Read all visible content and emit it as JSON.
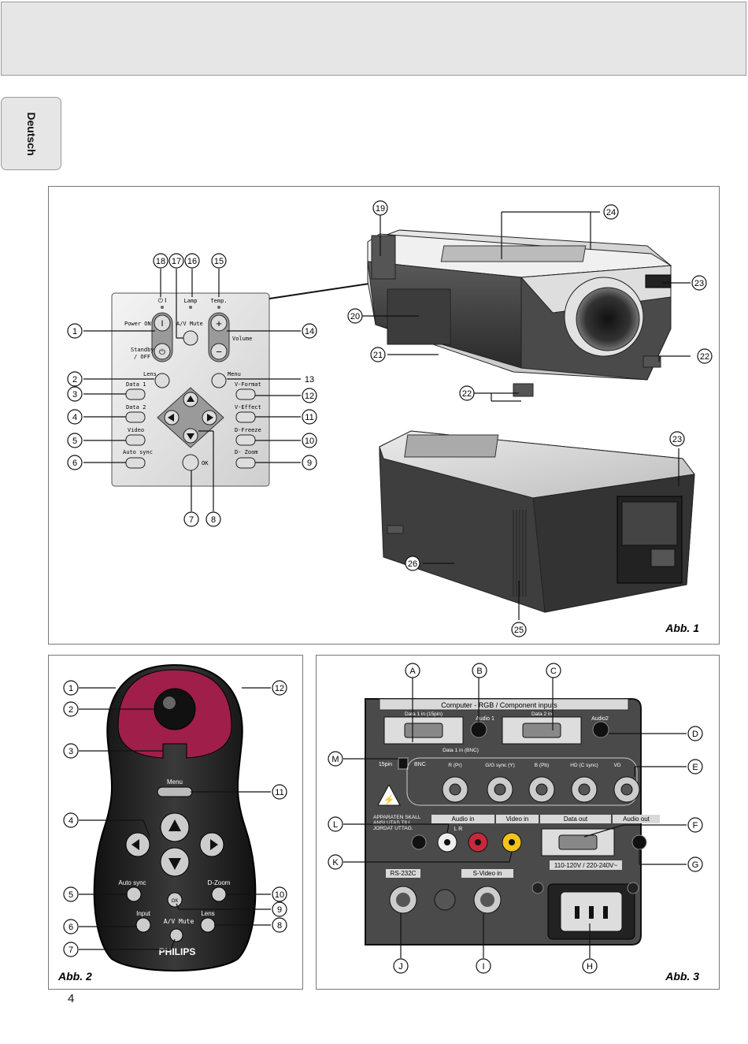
{
  "language_tab": "Deutsch",
  "page_number": "4",
  "fig1": {
    "label": "Abb. 1",
    "remote_labels": {
      "power_symbol": "⏻ I",
      "lamp": "Lamp",
      "temp": "Temp.",
      "power_on": "Power ON",
      "av_mute": "A/V Mute",
      "volume": "Volume",
      "standby": "Standby",
      "off": "/ OFF",
      "lens": "Lens",
      "menu": "Menu",
      "data1": "Data 1",
      "data2": "Data 2",
      "video": "Video",
      "auto_sync": "Auto sync",
      "v_format": "V-Format",
      "v_effect": "V-Effect",
      "d_freeze": "D-Freeze",
      "d_zoom": "D- Zoom",
      "ok": "OK"
    },
    "callouts": [
      "1",
      "2",
      "3",
      "4",
      "5",
      "6",
      "7",
      "8",
      "9",
      "10",
      "11",
      "12",
      "13",
      "14",
      "15",
      "16",
      "17",
      "18",
      "19",
      "20",
      "21",
      "22",
      "22",
      "23",
      "23",
      "24",
      "25",
      "26"
    ]
  },
  "fig2": {
    "label": "Abb. 2",
    "labels": {
      "menu": "Menu",
      "auto_sync": "Auto sync",
      "d_zoom": "D-Zoom",
      "input": "Input",
      "lens": "Lens",
      "av_mute": "A/V Mute",
      "brand": "PHILIPS",
      "ok": "OK"
    },
    "callouts": [
      "1",
      "2",
      "3",
      "4",
      "5",
      "6",
      "7",
      "8",
      "9",
      "10",
      "11",
      "12"
    ]
  },
  "fig3": {
    "label": "Abb. 3",
    "labels": {
      "computer_inputs": "Computer - RGB / Component inputs",
      "data1_15pin": "Data 1 in (15pin)",
      "audio1": "Audio 1",
      "data2_in": "Data 2 in",
      "audio2": "Audio2",
      "data1_bnc": "Data 1 in (BNC)",
      "pin15": "15pin",
      "bnc": "BNC",
      "r_pr": "R (Pr)",
      "g_sync": "G/G sync (Y)",
      "b_pb": "B (Pb)",
      "hd": "HD (C sync)",
      "vd": "VD",
      "warning1": "APPARATEN SKALL",
      "warning2": "ANSLUTAS TILL",
      "warning3": "JORDAT UTTAG.",
      "audio_in": "Audio in",
      "lr": "L   R",
      "video_in": "Video in",
      "data_out": "Data out",
      "audio_out": "Audio out",
      "rs232c": "RS-232C",
      "svideo_in": "S-Video in",
      "voltage": "110-120V / 220-240V~"
    },
    "callouts": [
      "A",
      "B",
      "C",
      "D",
      "E",
      "F",
      "G",
      "H",
      "I",
      "J",
      "K",
      "L",
      "M"
    ]
  }
}
